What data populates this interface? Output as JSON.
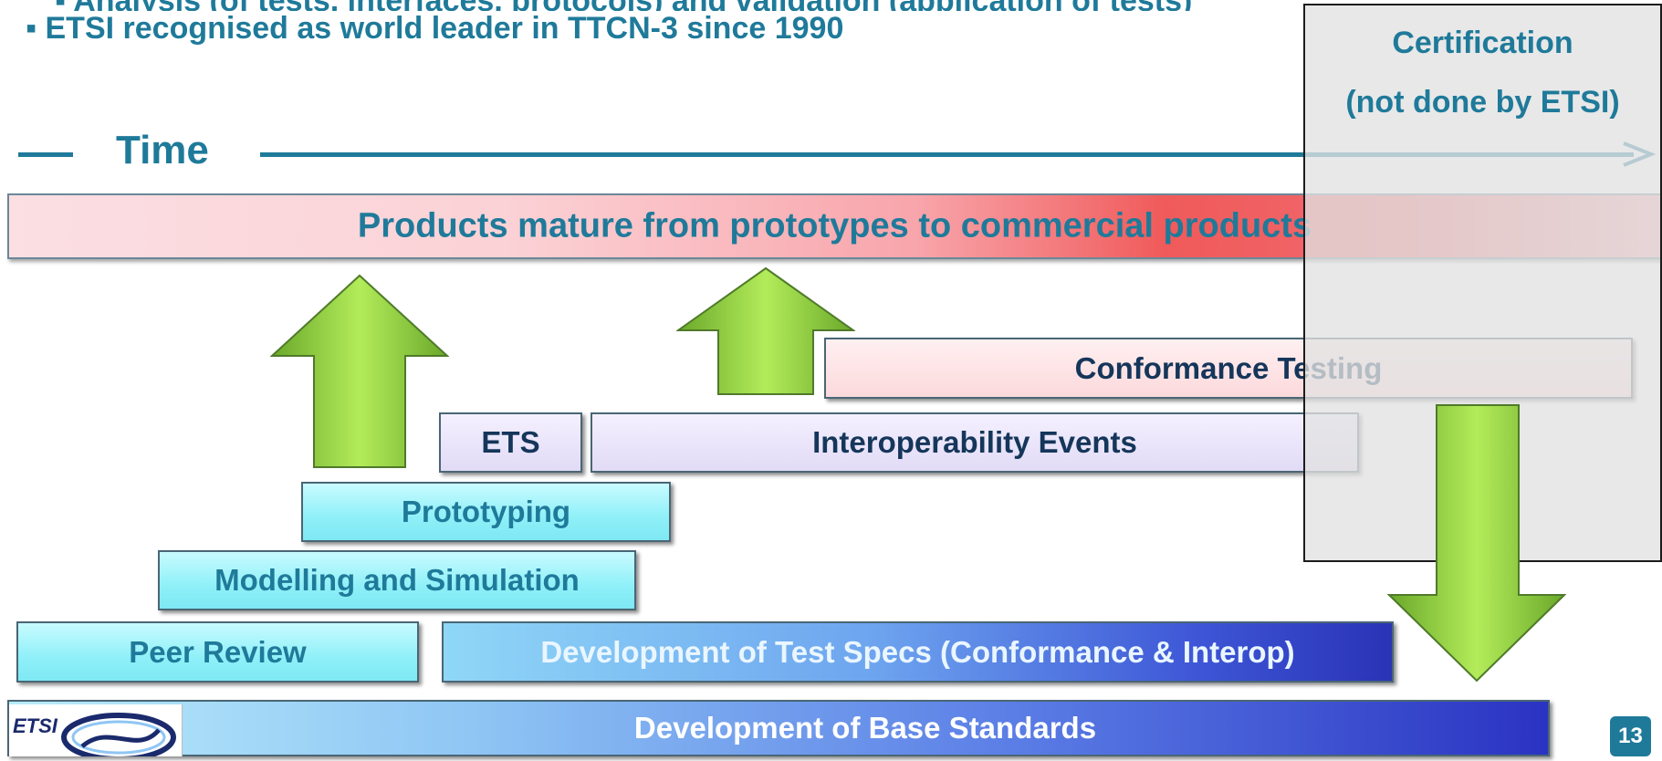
{
  "slide": {
    "bullet_partial": "▪ Analysis (of tests, interfaces, protocols) and validation (application of tests)",
    "bullet_main": "▪ ETSI recognised as world leader in TTCN-3 since 1990",
    "page_number": "13"
  },
  "certification": {
    "title": "Certification",
    "subtitle": "(not done by ETSI)"
  },
  "timeline": {
    "label": "Time"
  },
  "products_bar": {
    "label": "Products mature from prototypes to commercial products"
  },
  "stages": {
    "peer_review": "Peer Review",
    "modelling": "Modelling and Simulation",
    "prototyping": "Prototyping",
    "ets": "ETS",
    "interop_events": "Interoperability Events",
    "conformance_testing": "Conformance Testing",
    "test_specs": "Development of Test Specs (Conformance & Interop)",
    "base_standards": "Development of Base Standards"
  },
  "logo": {
    "text": "ETSI"
  },
  "colors": {
    "accent": "#1f7a9a",
    "arrow_green": "#8fd13a",
    "dark_text": "#15365a"
  }
}
